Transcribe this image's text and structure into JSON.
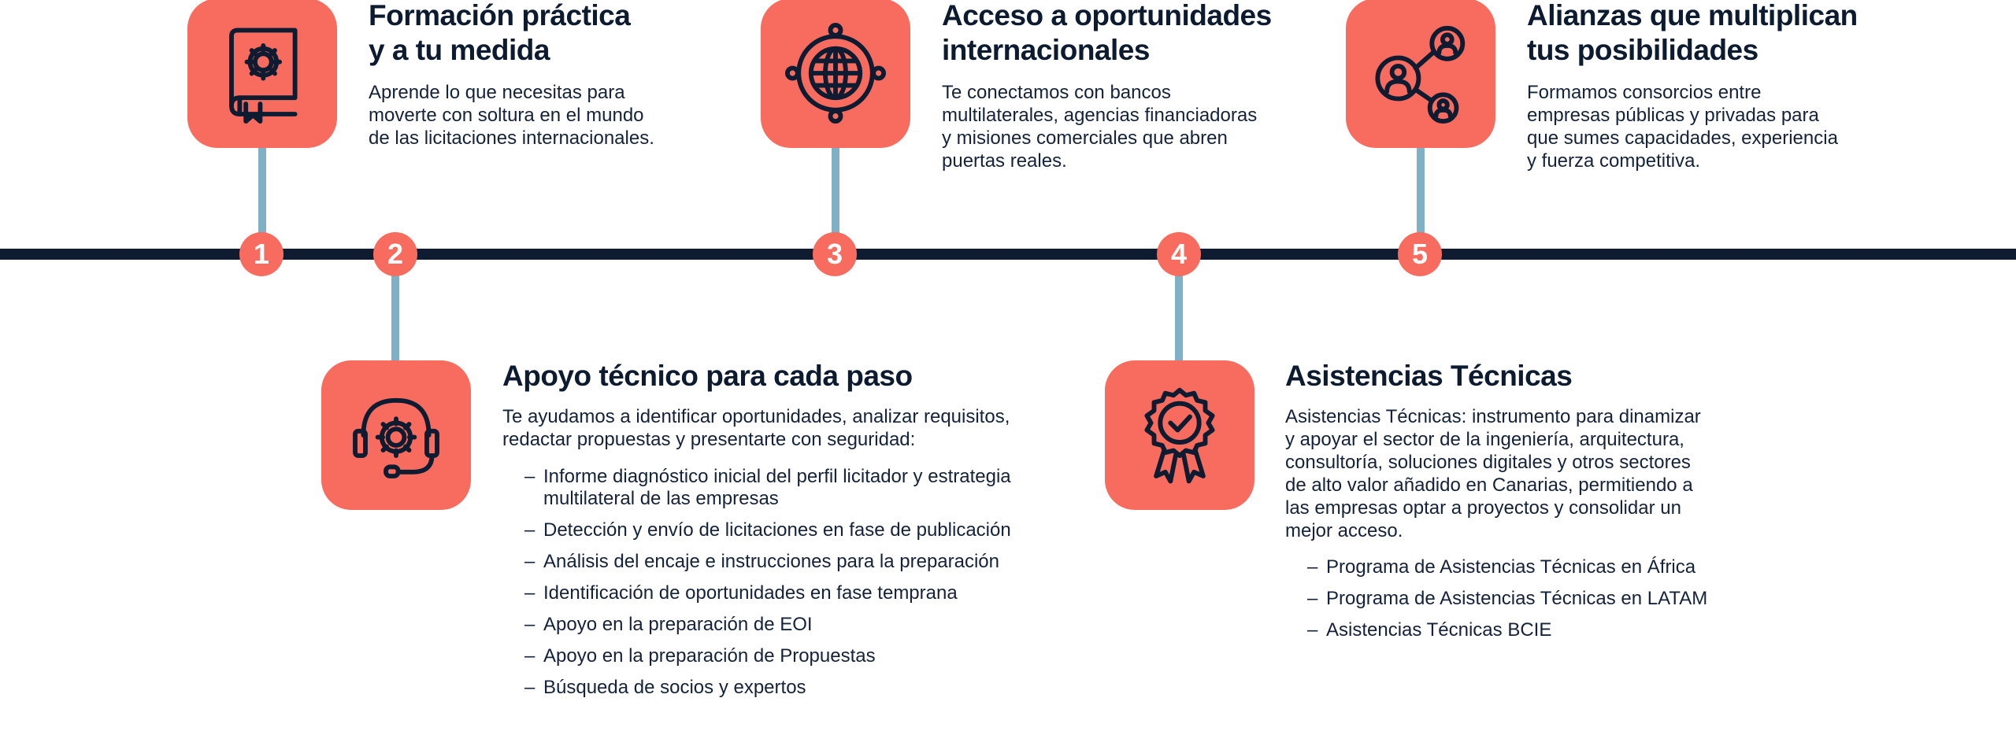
{
  "colors": {
    "accent": "#f76c5e",
    "timeline": "#0f1b31",
    "connector": "#7fb0c6",
    "text": "#0d1b30"
  },
  "steps": [
    {
      "number": "1",
      "icon": "book-gear-icon",
      "title_lines": [
        "Formación práctica",
        "y a tu medida"
      ],
      "text_lines": [
        "Aprende lo que necesitas para",
        "moverte con soltura en el mundo",
        "de las licitaciones internacionales."
      ]
    },
    {
      "number": "2",
      "icon": "headset-gear-icon",
      "title_lines": [
        "Apoyo técnico para cada paso"
      ],
      "text_lines": [
        "Te ayudamos a identificar oportunidades, analizar requisitos,",
        "redactar propuestas y presentarte con seguridad:"
      ],
      "bullets": [
        [
          "Informe diagnóstico inicial del perfil licitador y estrategia",
          "multilateral de las empresas"
        ],
        [
          "Detección y envío de licitaciones en fase de publicación"
        ],
        [
          "Análisis del encaje e instrucciones para la preparación"
        ],
        [
          "Identificación de oportunidades en fase temprana"
        ],
        [
          "Apoyo en la preparación de EOI"
        ],
        [
          "Apoyo en la preparación de Propuestas"
        ],
        [
          "Búsqueda de socios y expertos"
        ]
      ]
    },
    {
      "number": "3",
      "icon": "globe-network-icon",
      "title_lines": [
        "Acceso a oportunidades",
        "internacionales"
      ],
      "text_lines": [
        "Te conectamos con bancos",
        "multilaterales, agencias financiadoras",
        "y misiones comerciales que abren",
        "puertas reales."
      ]
    },
    {
      "number": "4",
      "icon": "award-badge-icon",
      "title_lines": [
        "Asistencias Técnicas"
      ],
      "text_lines": [
        "Asistencias Técnicas: instrumento para dinamizar",
        "y apoyar el sector de la ingeniería, arquitectura,",
        "consultoría, soluciones digitales y otros sectores",
        "de alto valor añadido en Canarias, permitiendo a",
        "las empresas optar a proyectos y consolidar un",
        "mejor acceso."
      ],
      "bullets": [
        [
          "Programa de Asistencias Técnicas en África"
        ],
        [
          "Programa de Asistencias Técnicas en LATAM"
        ],
        [
          "Asistencias Técnicas BCIE"
        ]
      ]
    },
    {
      "number": "5",
      "icon": "people-network-icon",
      "title_lines": [
        "Alianzas que multiplican",
        "tus posibilidades"
      ],
      "text_lines": [
        "Formamos consorcios entre",
        "empresas públicas y privadas para",
        "que sumes capacidades, experiencia",
        "y fuerza competitiva."
      ]
    }
  ]
}
